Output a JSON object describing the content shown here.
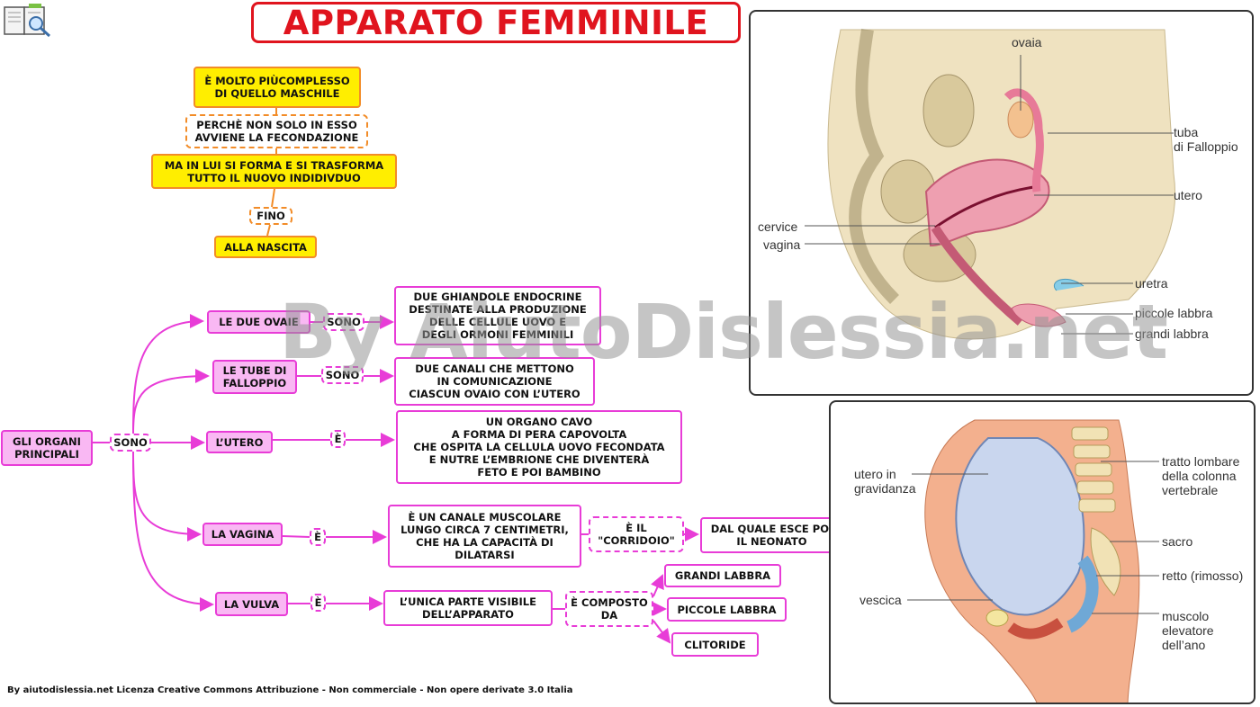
{
  "title": "APPARATO FEMMINILE",
  "intro": {
    "box1": "È MOLTO PIÙCOMPLESSO\nDI QUELLO MASCHILE",
    "box2": "PERCHÈ NON SOLO IN ESSO\nAVVIENE LA FECONDAZIONE",
    "box3": "MA IN LUI SI FORMA E SI TRASFORMA\nTUTTO IL NUOVO INDIDIVDUO",
    "box4": "FINO",
    "box5": "ALLA NASCITA"
  },
  "root": "GLI ORGANI\nPRINCIPALI",
  "root_link": "SONO",
  "organs": [
    {
      "name": "LE DUE OVAIE",
      "link": "SONO",
      "desc": "DUE GHIANDOLE ENDOCRINE\nDESTINATE ALLA PRODUZIONE\nDELLE CELLULE UOVO E\nDEGLI ORMONI FEMMINILI"
    },
    {
      "name": "LE TUBE DI\nFALLOPPIO",
      "link": "SONO",
      "desc": "DUE CANALI CHE METTONO\nIN COMUNICAZIONE\nCIASCUN OVAIO CON L’UTERO"
    },
    {
      "name": "L’UTERO",
      "link": "È",
      "desc": "UN ORGANO CAVO\nA FORMA DI PERA CAPOVOLTA\nCHE OSPITA LA CELLULA UOVO FECONDATA\nE NUTRE L’EMBRIONE CHE DIVENTERÀ\nFETO E POI BAMBINO"
    },
    {
      "name": "LA VAGINA",
      "link": "È",
      "desc": "È UN CANALE MUSCOLARE\nLUNGO CIRCA 7 CENTIMETRI,\nCHE HA LA CAPACITÀ DI\nDILATARSI",
      "link2": "È IL\n\"CORRIDOIO\"",
      "desc2": "DAL QUALE ESCE POI\nIL NEONATO"
    },
    {
      "name": "LA VULVA",
      "link": "È",
      "desc": "L’UNICA PARTE VISIBILE\nDELL’APPARATO",
      "link2": "È COMPOSTO\nDA",
      "parts": [
        "GRANDI LABBRA",
        "PICCOLE LABBRA",
        "CLITORIDE"
      ]
    }
  ],
  "diagram1_labels": {
    "ovaia": "ovaia",
    "tuba": "tuba\ndi Falloppio",
    "utero": "utero",
    "cervice": "cervice",
    "vagina": "vagina",
    "uretra": "uretra",
    "piccole": "piccole labbra",
    "grandi": "grandi labbra"
  },
  "diagram2_labels": {
    "utero_grav": "utero in\ngravidanza",
    "vescica": "vescica",
    "lombare": "tratto lombare\ndella colonna\nvertebrale",
    "sacro": "sacro",
    "retto": "retto (rimosso)",
    "muscolo": "muscolo\nelevatore\ndell’ano"
  },
  "watermark": "By AiutoDislessia.net",
  "footer": "By aiutodislessia.net Licenza Creative Commons Attribuzione - Non commerciale - Non opere derivate 3.0 Italia",
  "colors": {
    "accent": "#e83cd7",
    "title_red": "#e0141e",
    "yellow": "#ffee00",
    "orange": "#f28c28"
  }
}
